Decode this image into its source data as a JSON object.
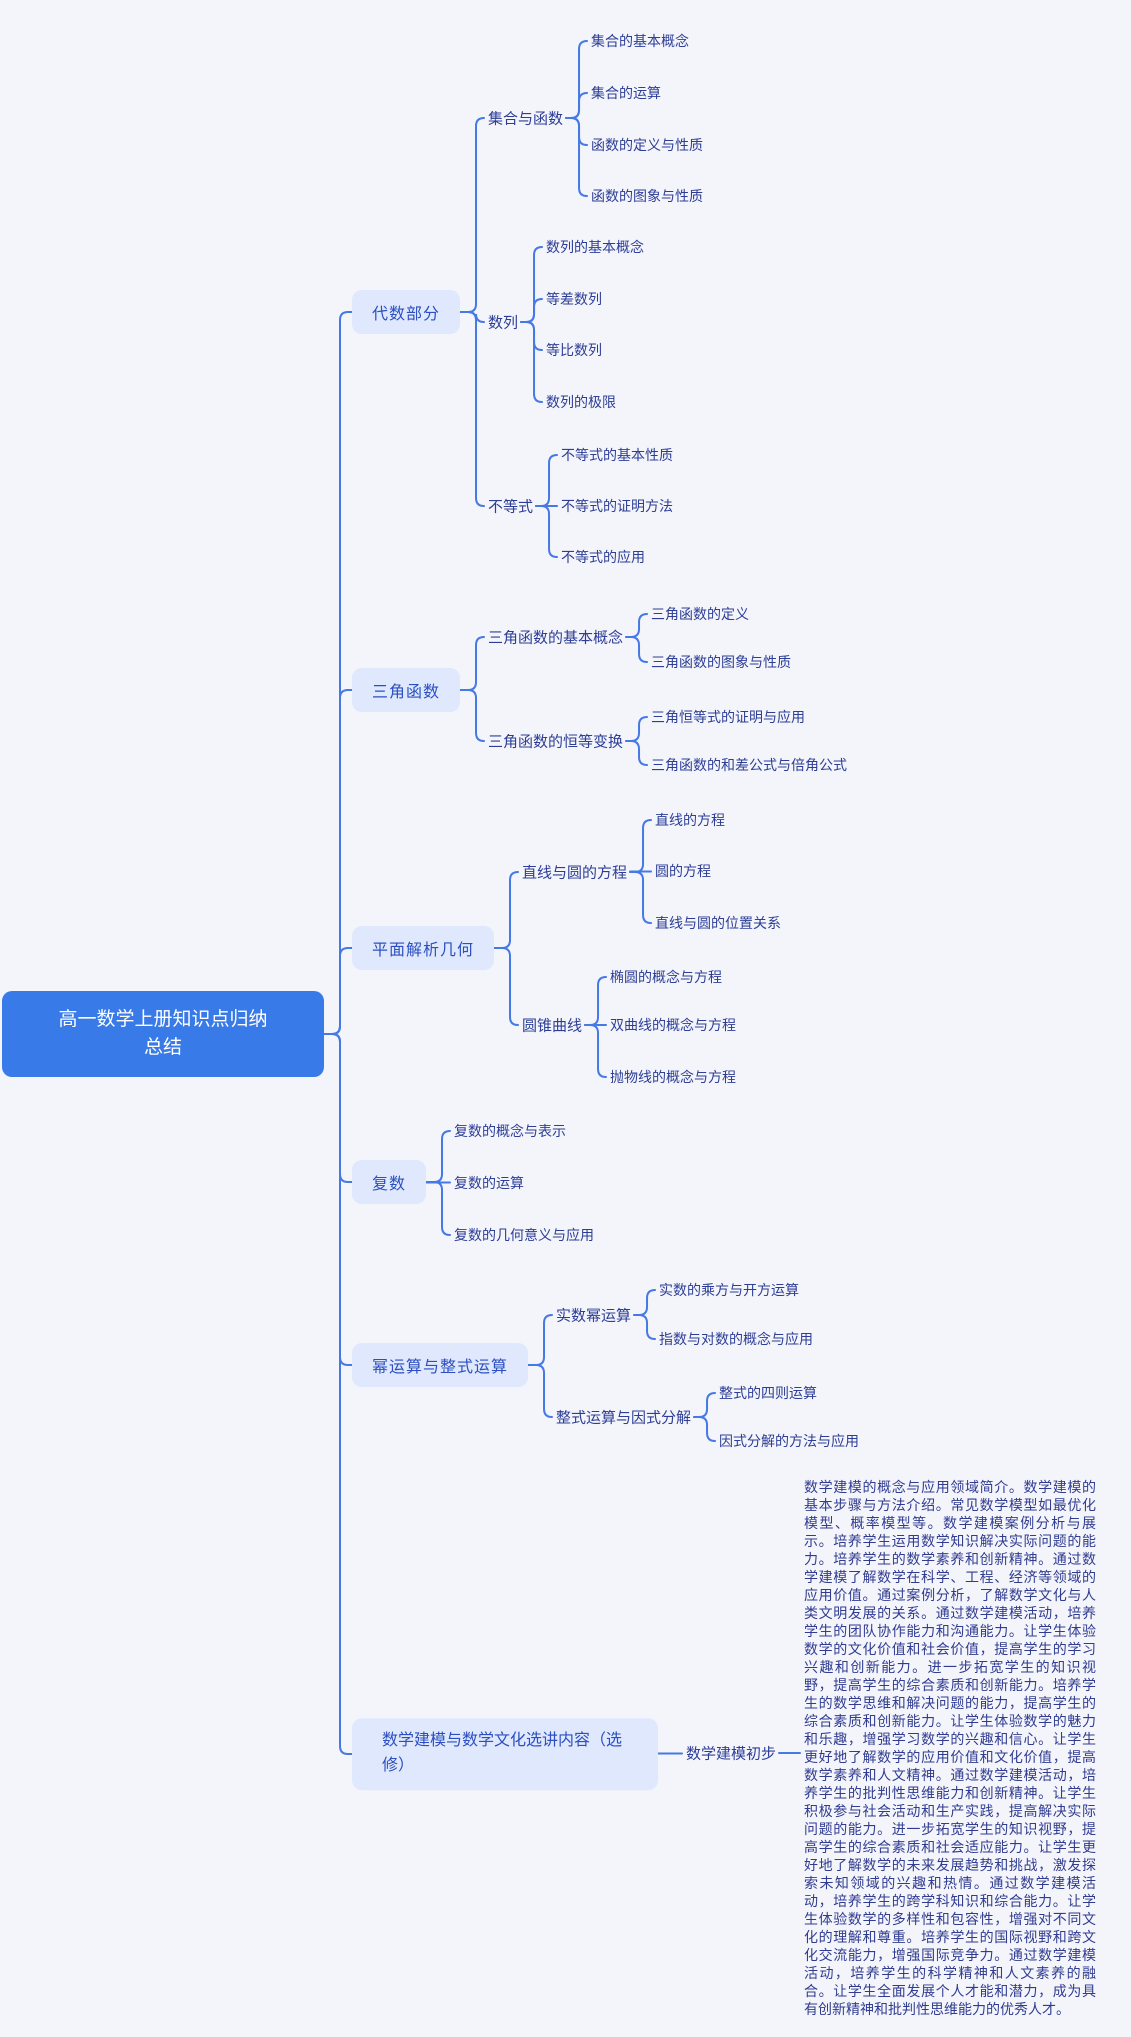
{
  "colors": {
    "bg": "#f4f4fb",
    "line": "#4579e5",
    "root-bg": "#377ae8",
    "root-fg": "#ffffff",
    "box-bg": "#dfe8fc",
    "box-fg": "#2b4fc2",
    "label-fg": "#2c3e96",
    "note-fg": "#303c90"
  },
  "nodes": {
    "root": "高一数学上册知识点归纳总结",
    "s1": "代数部分",
    "s1_1": "集合与函数",
    "s1_1_1": "集合的基本概念",
    "s1_1_2": "集合的运算",
    "s1_1_3": "函数的定义与性质",
    "s1_1_4": "函数的图象与性质",
    "s1_2": "数列",
    "s1_2_1": "数列的基本概念",
    "s1_2_2": "等差数列",
    "s1_2_3": "等比数列",
    "s1_2_4": "数列的极限",
    "s1_3": "不等式",
    "s1_3_1": "不等式的基本性质",
    "s1_3_2": "不等式的证明方法",
    "s1_3_3": "不等式的应用",
    "s2": "三角函数",
    "s2_1": "三角函数的基本概念",
    "s2_1_1": "三角函数的定义",
    "s2_1_2": "三角函数的图象与性质",
    "s2_2": "三角函数的恒等变换",
    "s2_2_1": "三角恒等式的证明与应用",
    "s2_2_2": "三角函数的和差公式与倍角公式",
    "s3": "平面解析几何",
    "s3_1": "直线与圆的方程",
    "s3_1_1": "直线的方程",
    "s3_1_2": "圆的方程",
    "s3_1_3": "直线与圆的位置关系",
    "s3_2": "圆锥曲线",
    "s3_2_1": "椭圆的概念与方程",
    "s3_2_2": "双曲线的概念与方程",
    "s3_2_3": "抛物线的概念与方程",
    "s4": "复数",
    "s4_1": "复数的概念与表示",
    "s4_2": "复数的运算",
    "s4_3": "复数的几何意义与应用",
    "s5": "幂运算与整式运算",
    "s5_1": "实数幂运算",
    "s5_1_1": "实数的乘方与开方运算",
    "s5_1_2": "指数与对数的概念与应用",
    "s5_2": "整式运算与因式分解",
    "s5_2_1": "整式的四则运算",
    "s5_2_2": "因式分解的方法与应用",
    "s6": "数学建模与数学文化选讲内容（选修）",
    "s6_1": "数学建模初步",
    "s6_note": "数学建模的概念与应用领域简介。数学建模的基本步骤与方法介绍。常见数学模型如最优化模型、概率模型等。数学建模案例分析与展示。培养学生运用数学知识解决实际问题的能力。培养学生的数学素养和创新精神。通过数学建模了解数学在科学、工程、经济等领域的应用价值。通过案例分析，了解数学文化与人类文明发展的关系。通过数学建模活动，培养学生的团队协作能力和沟通能力。让学生体验数学的文化价值和社会价值，提高学生的学习兴趣和创新能力。进一步拓宽学生的知识视野，提高学生的综合素质和创新能力。培养学生的数学思维和解决问题的能力，提高学生的综合素质和创新能力。让学生体验数学的魅力和乐趣，增强学习数学的兴趣和信心。让学生更好地了解数学的应用价值和文化价值，提高数学素养和人文精神。通过数学建模活动，培养学生的批判性思维能力和创新精神。让学生积极参与社会活动和生产实践，提高解决实际问题的能力。进一步拓宽学生的知识视野，提高学生的综合素质和社会适应能力。让学生更好地了解数学的未来发展趋势和挑战，激发探索未知领域的兴趣和热情。通过数学建模活动，培养学生的跨学科知识和综合能力。让学生体验数学的多样性和包容性，增强对不同文化的理解和尊重。培养学生的国际视野和跨文化交流能力，增强国际竞争力。通过数学建模活动，培养学生的科学精神和人文素养的融合。让学生全面发展个人才能和潜力，成为具有创新精神和批判性思维能力的优秀人才。"
  }
}
